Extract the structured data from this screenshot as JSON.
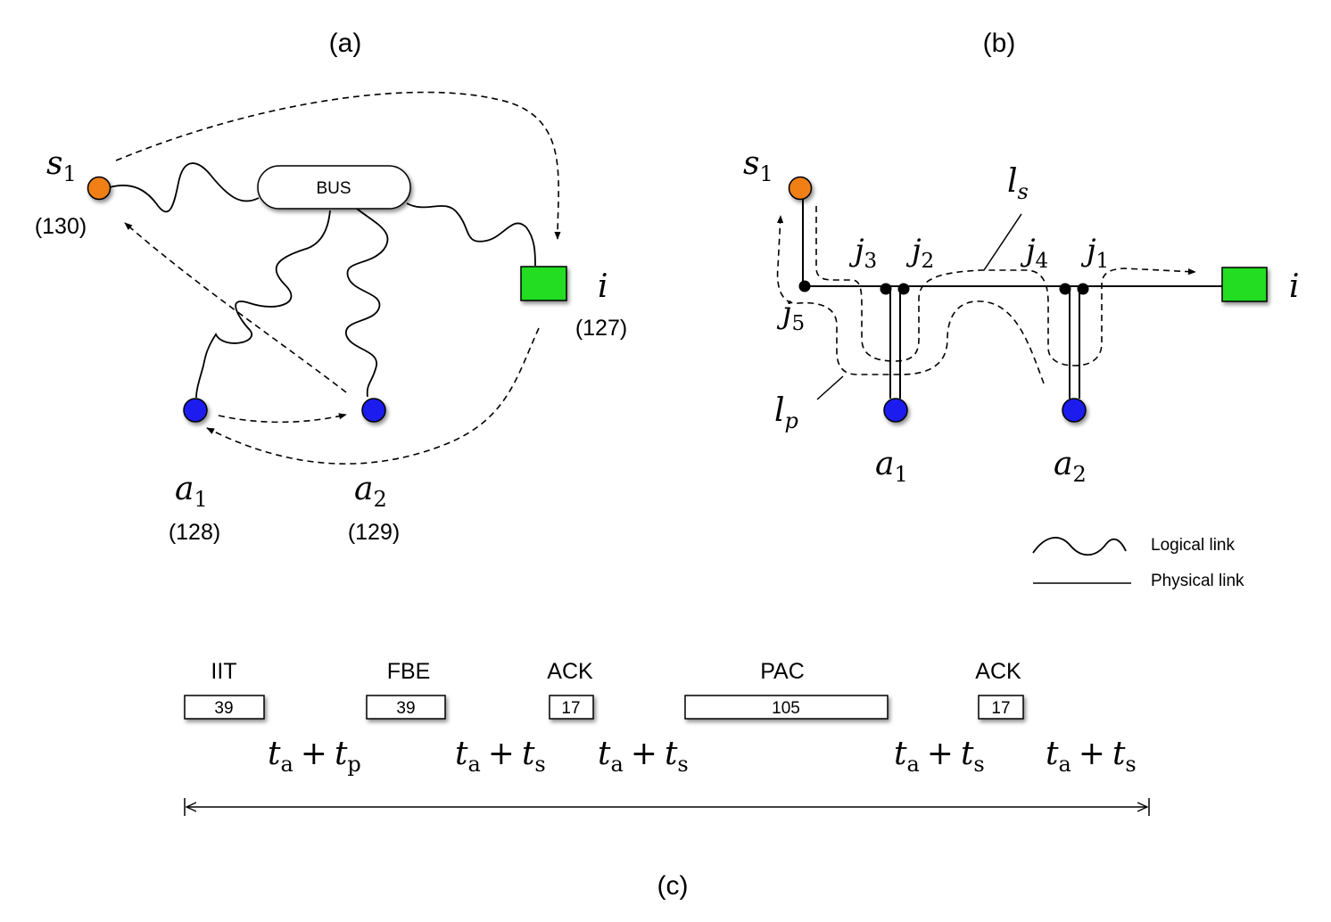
{
  "panels": {
    "a": {
      "title": "(a)"
    },
    "b": {
      "title": "(b)"
    },
    "c": {
      "title": "(c)"
    }
  },
  "panel_a": {
    "bus_label": "BUS",
    "nodes": {
      "s1": {
        "name": "s",
        "sub": "1",
        "id": "(130)",
        "color": "#f07f17"
      },
      "i": {
        "name": "i",
        "id": "(127)",
        "color": "#22dd22"
      },
      "a1": {
        "name": "a",
        "sub": "1",
        "id": "(128)",
        "color": "#1a1aee"
      },
      "a2": {
        "name": "a",
        "sub": "2",
        "id": "(129)",
        "color": "#1a1aee"
      }
    }
  },
  "panel_b": {
    "nodes": {
      "s1": {
        "name": "s",
        "sub": "1"
      },
      "i": {
        "name": "i"
      },
      "a1": {
        "name": "a",
        "sub": "1"
      },
      "a2": {
        "name": "a",
        "sub": "2"
      }
    },
    "junctions": {
      "j1": {
        "name": "j",
        "sub": "1"
      },
      "j2": {
        "name": "j",
        "sub": "2"
      },
      "j3": {
        "name": "j",
        "sub": "3"
      },
      "j4": {
        "name": "j",
        "sub": "4"
      },
      "j5": {
        "name": "j",
        "sub": "5"
      }
    },
    "paths": {
      "ls": {
        "name": "l",
        "sub": "s"
      },
      "lp": {
        "name": "l",
        "sub": "p"
      }
    }
  },
  "legend": {
    "logical": "Logical link",
    "physical": "Physical link"
  },
  "panel_c": {
    "packets": [
      {
        "label": "IIT",
        "size": "39"
      },
      {
        "label": "FBE",
        "size": "39"
      },
      {
        "label": "ACK",
        "size": "17"
      },
      {
        "label": "PAC",
        "size": "105"
      },
      {
        "label": "ACK",
        "size": "17"
      }
    ],
    "gaps": [
      {
        "a": "t",
        "asub": "a",
        "op": "+",
        "b": "t",
        "bsub": "p"
      },
      {
        "a": "t",
        "asub": "a",
        "op": "+",
        "b": "t",
        "bsub": "s"
      },
      {
        "a": "t",
        "asub": "a",
        "op": "+",
        "b": "t",
        "bsub": "s"
      },
      {
        "a": "t",
        "asub": "a",
        "op": "+",
        "b": "t",
        "bsub": "s"
      },
      {
        "a": "t",
        "asub": "a",
        "op": "+",
        "b": "t",
        "bsub": "s"
      }
    ]
  }
}
